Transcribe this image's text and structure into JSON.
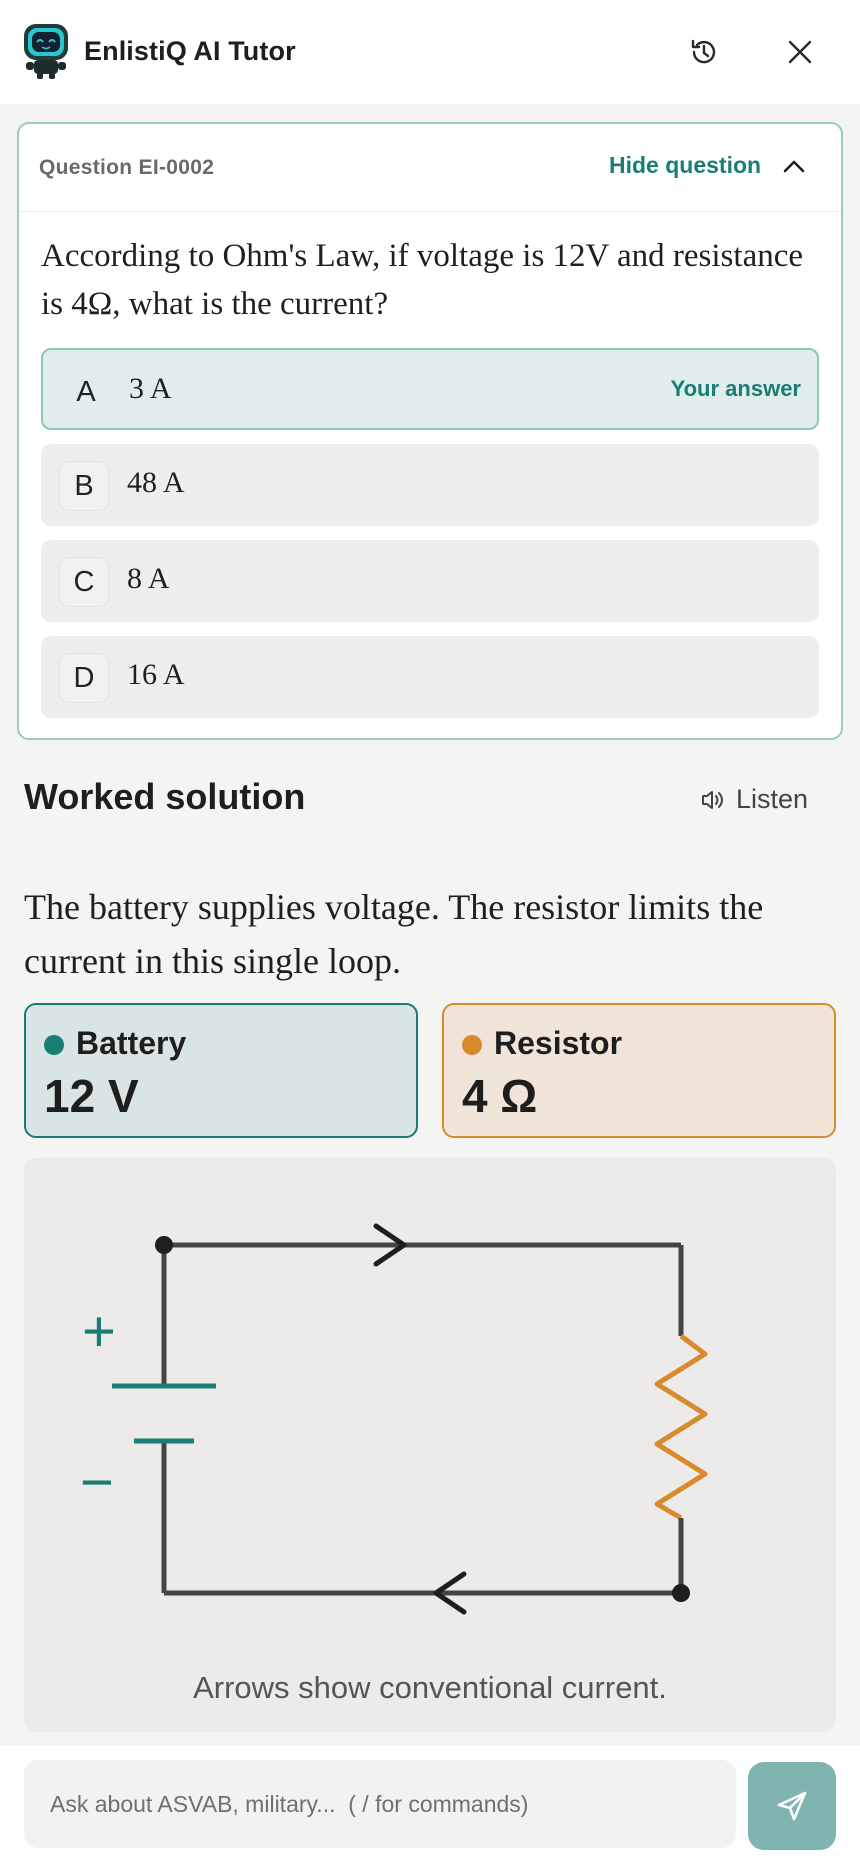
{
  "header": {
    "title": "EnlistiQ AI Tutor",
    "logo_icon": "robot-mascot-icon",
    "history_icon": "history-icon",
    "close_icon": "close-icon"
  },
  "question": {
    "id_label": "Question EI-0002",
    "hide_label": "Hide question",
    "text": "According to Ohm's Law, if voltage is 12V and resistance is 4Ω, what is the current?",
    "options": [
      {
        "letter": "A",
        "text": "3 A",
        "tag": "Your answer"
      },
      {
        "letter": "B",
        "text": "48 A"
      },
      {
        "letter": "C",
        "text": "8 A"
      },
      {
        "letter": "D",
        "text": "16 A"
      }
    ]
  },
  "solution": {
    "title": "Worked solution",
    "listen_label": "Listen",
    "text": "The battery supplies voltage. The resistor limits the current in this single loop.",
    "battery": {
      "label": "Battery",
      "value": "12 V",
      "color": "#1a7d74"
    },
    "resistor": {
      "label": "Resistor",
      "value": "4 Ω",
      "color": "#d98a2c"
    },
    "diagram": {
      "plus_sign": "+",
      "minus_sign": "−",
      "caption": "Arrows show conventional current."
    }
  },
  "composer": {
    "placeholder": "Ask about ASVAB, military...  ( / for commands)",
    "send_icon": "send-icon"
  },
  "colors": {
    "accent": "#1a7d74",
    "accent_light": "#7fb4b0",
    "resistor": "#d98a2c"
  }
}
